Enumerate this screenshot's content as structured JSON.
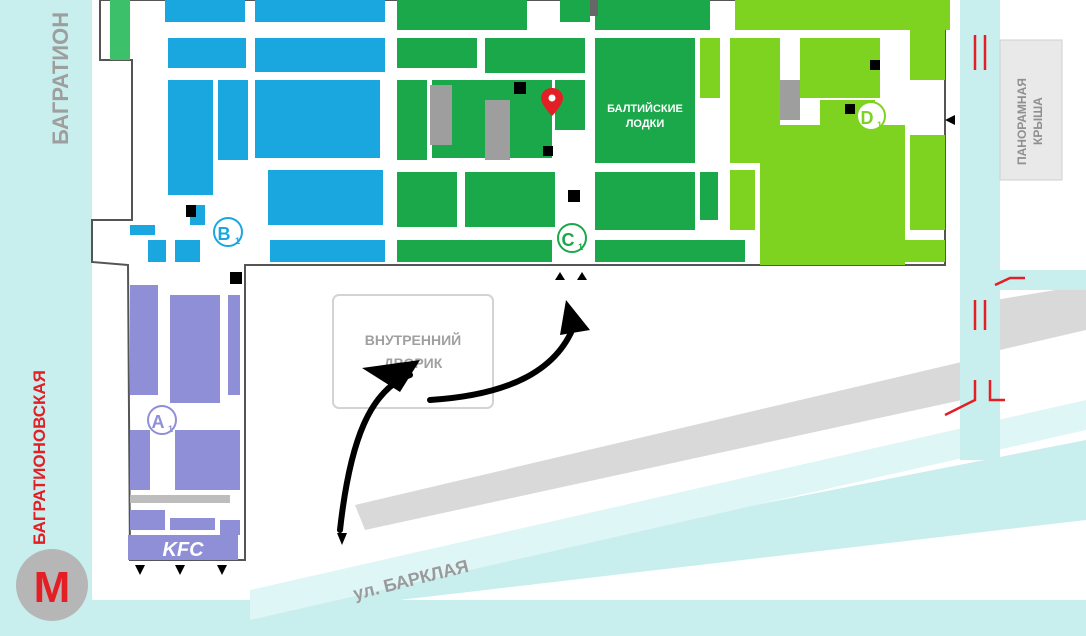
{
  "map": {
    "streets": {
      "bagrationovskaya_top": "БАГРАТИОН",
      "barclay": "ул. БАРКЛАЯ"
    },
    "metro": {
      "station": "БАГРАТИОНОВСКАЯ",
      "letter": "M",
      "color": "#e31e24"
    },
    "courtyard": {
      "line1": "ВНУТРЕННИЙ",
      "line2": "ДВОРИК"
    },
    "roof": {
      "line1": "ПАНОРАМНАЯ",
      "line2": "КРЫША"
    },
    "landmark": {
      "line1": "БАЛТИЙСКИЕ",
      "line2": "ЛОДКИ"
    },
    "sections": [
      {
        "main": "B",
        "sub": "1",
        "color": "#1aa7e0"
      },
      {
        "main": "C",
        "sub": "1",
        "color": "#1aa84a"
      },
      {
        "main": "D",
        "sub": "1",
        "color": "#7ed321"
      },
      {
        "main": "A",
        "sub": "1",
        "color": "#8f8fd8"
      }
    ],
    "kfc": "KFC",
    "colors": {
      "zone_a": "#8f8fd8",
      "zone_b": "#1aa7e0",
      "zone_c": "#1aa84a",
      "zone_d": "#7ed321",
      "road": "#c9eeee",
      "marker": "#e31e24"
    },
    "icons": [
      "map-pin-icon",
      "arrow-up-icon",
      "toilet-icon",
      "escalator-icon",
      "info-icon",
      "entrance-arrow-icon"
    ]
  }
}
